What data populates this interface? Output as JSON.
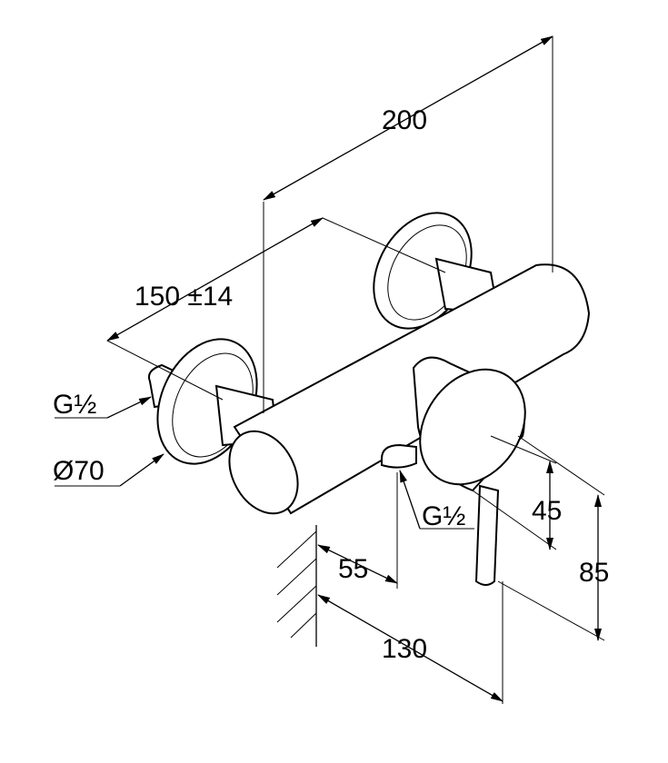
{
  "title": "Shower mixer dimension drawing",
  "dimensions": {
    "overall_width": "200",
    "connection_spacing": "150 ±14",
    "inlet_thread": "G½",
    "flange_diameter": "Ø70",
    "outlet_thread": "G½",
    "handle_height": "45",
    "lever_height": "85",
    "outlet_depth": "55",
    "total_depth": "130"
  },
  "colors": {
    "line": "#000000",
    "background": "#ffffff"
  }
}
